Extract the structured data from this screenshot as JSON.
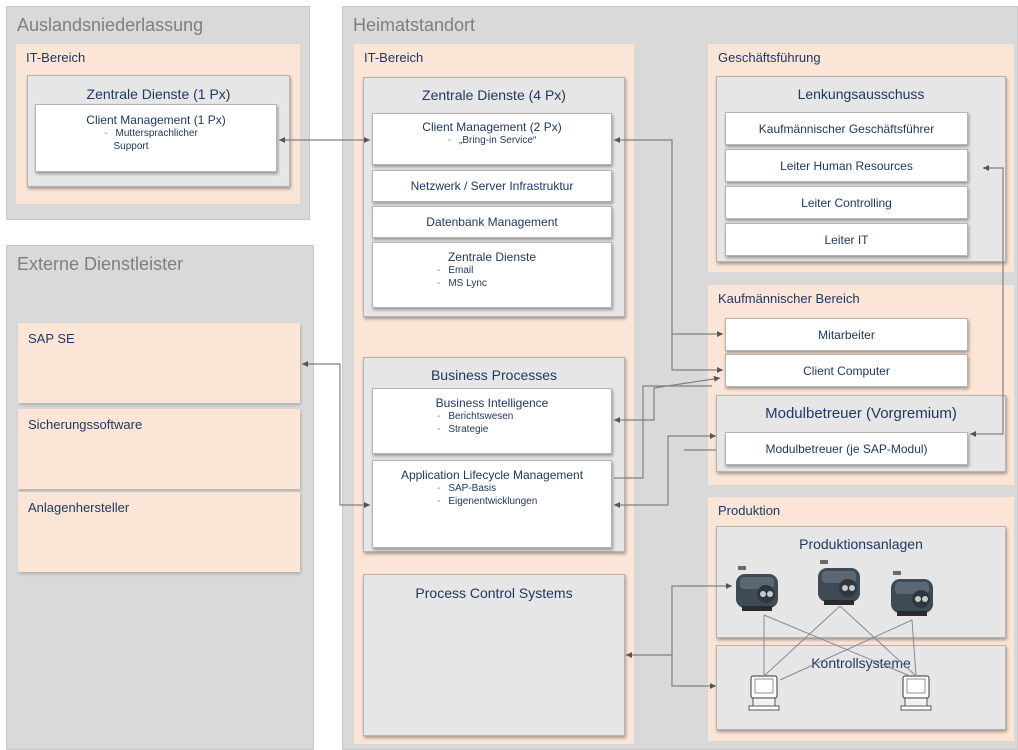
{
  "zones": {
    "ausland": {
      "title": "Auslandsniederlassung"
    },
    "extern": {
      "title": "Externe Dienstleister"
    },
    "heimat": {
      "title": "Heimatstandort"
    }
  },
  "ausland_it": {
    "title": "IT-Bereich",
    "zentrale": {
      "title": "Zentrale Dienste (1 Px)",
      "client": {
        "title": "Client Management (1 Px)",
        "items": [
          "Muttersprachlicher",
          "Support"
        ]
      }
    }
  },
  "extern_list": [
    "SAP SE",
    "Sicherungssoftware",
    "Anlagenhersteller"
  ],
  "heimat_it": {
    "title": "IT-Bereich",
    "zentrale": {
      "title": "Zentrale Dienste (4 Px)",
      "client": {
        "title": "Client Management (2 Px)",
        "items": [
          "„Bring-in Service“"
        ]
      },
      "netzwerk": "Netzwerk / Server Infrastruktur",
      "datenbank": "Datenbank Management",
      "zd": {
        "title": "Zentrale Dienste",
        "items": [
          "Email",
          "MS Lync"
        ]
      }
    },
    "bp": {
      "title": "Business Processes",
      "bi": {
        "title": "Business Intelligence",
        "items": [
          "Berichtswesen",
          "Strategie"
        ]
      },
      "alm": {
        "title": "Application Lifecycle Management",
        "items": [
          "SAP-Basis",
          "Eigenentwicklungen"
        ]
      }
    },
    "pcs": {
      "title": "Process Control Systems"
    }
  },
  "gf": {
    "title": "Geschäftsführung",
    "lenkung": {
      "title": "Lenkungsausschuss",
      "members": [
        "Kaufmännischer Geschäftsführer",
        "Leiter Human Resources",
        "Leiter Controlling",
        "Leiter IT"
      ]
    }
  },
  "kb": {
    "title": "Kaufmännischer Bereich",
    "mitarbeiter": "Mitarbeiter",
    "client_computer": "Client Computer",
    "modul": {
      "title": "Modulbetreuer (Vorgremium)",
      "item": "Modulbetreuer (je SAP-Modul)"
    }
  },
  "prod": {
    "title": "Produktion",
    "anlagen": {
      "title": "Produktionsanlagen"
    },
    "kontroll": {
      "title": "Kontrollsysteme"
    }
  },
  "colors": {
    "zone": "#d9d9d9",
    "area": "#fbe5d6",
    "box": "#e7e6e6",
    "text": "#1f3864",
    "line": "#7f7f7f"
  }
}
